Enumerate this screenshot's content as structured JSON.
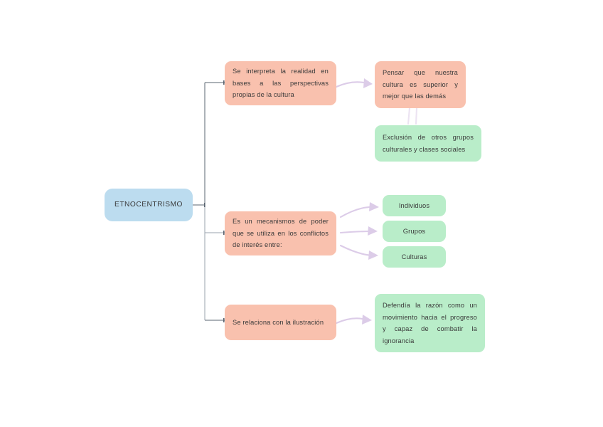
{
  "diagram": {
    "title": "ETNOCENTRISMO",
    "colors": {
      "root": "#bcdcef",
      "pink": "#f9c1ae",
      "green": "#b9edc9",
      "arrow": "#dccce8",
      "trunk": "#5a6470",
      "text": "#3a3a3a",
      "background": "#ffffff"
    },
    "root": {
      "label": "ETNOCENTRISMO"
    },
    "branches": [
      {
        "id": "branch-1",
        "premise": "Se interpreta la realidad en bases a las perspectivas propias de la cultura",
        "consequence": "Pensar que nuestra cultura es superior y mejor que las demás",
        "outcome": "Exclusión de otros grupos culturales y clases sociales"
      },
      {
        "id": "branch-2",
        "premise": "Es un mecanismos de poder que se utiliza en los conflictos de interés entre:",
        "items": [
          "Individuos",
          "Grupos",
          "Culturas"
        ]
      },
      {
        "id": "branch-3",
        "premise": "Se relaciona con la ilustración",
        "consequence": "Defendía la razón como un movimiento hacia el progreso y capaz de combatir la ignorancia"
      }
    ]
  }
}
